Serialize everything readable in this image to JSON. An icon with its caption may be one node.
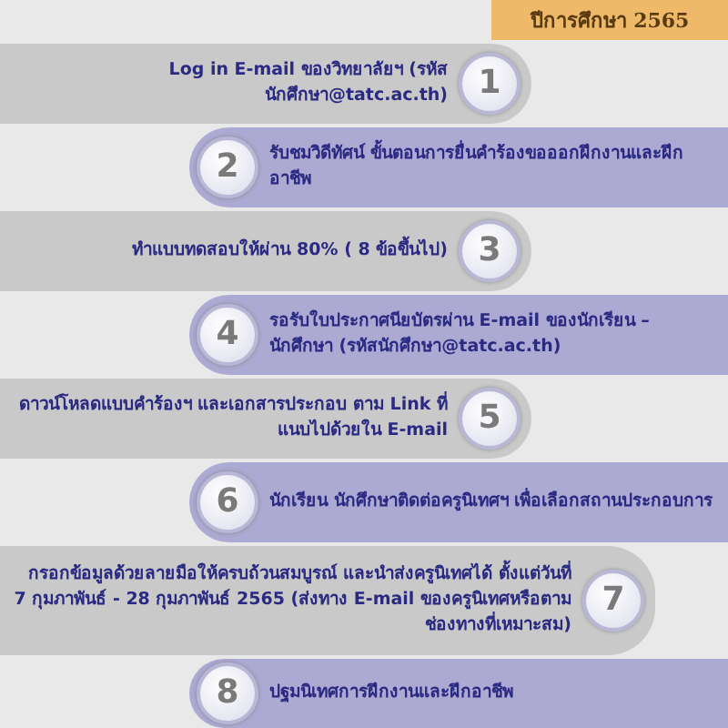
{
  "diagram": {
    "nodes": [
      {
        "text": [
          "ปีการศึกษา 2565"
        ]
      },
      {
        "text": [
          "Log in E-mail ของวิทยาลัยฯ (รหัสนักศึกษา@tatc.ac.th)"
        ]
      },
      {
        "text": [
          "1"
        ],
        "in": 1
      },
      {
        "text": [
          "รับชมวิดีทัศน์ ขั้นตอนการยื่นคำร้องขอออกฝึกงานและฝึกอาชีพ"
        ]
      },
      {
        "text": [
          "2"
        ],
        "in": 3
      },
      {
        "text": [
          "ทำแบบทดสอบให้ผ่าน 80% ( 8 ข้อขึ้นไป)"
        ]
      },
      {
        "text": [
          "3"
        ],
        "in": 5
      },
      {
        "text": [
          "รอรับใบประกาศนียบัตรผ่าน E-mail ของนักเรียน – นักศึกษา (รหัสนักศึกษา@tatc.ac.th)"
        ]
      },
      {
        "text": [
          "4"
        ],
        "in": 7
      },
      {
        "text": [
          "ดาวน์โหลดแบบคำร้องฯ และเอกสารประกอบ ตาม Link ที่แนบไปด้วยใน E-mail"
        ]
      },
      {
        "text": [
          "5"
        ],
        "in": 9
      },
      {
        "text": [
          "นักเรียน นักศึกษาติดต่อครูนิเทศฯ เพื่อเลือกสถานประกอบการ"
        ]
      },
      {
        "text": [
          "6"
        ],
        "in": 11
      },
      {
        "text": [
          "กรอกข้อมูลด้วยลายมือให้ครบถ้วนสมบูรณ์ และนำส่งครูนิเทศได้ ตั้งแต่วันที่ 7 กุมภาพันธ์ - 28 กุมภาพันธ์ 2565 (ส่งทาง E-mail ของครูนิเทศหรือตามช่องทางที่เหมาะสม)"
        ]
      },
      {
        "text": [
          "7"
        ],
        "in": 13
      },
      {
        "text": [
          "ปฐมนิเทศการฝึกงานและฝึกอาชีพ"
        ]
      },
      {
        "text": [
          "8"
        ],
        "in": 15
      }
    ]
  }
}
